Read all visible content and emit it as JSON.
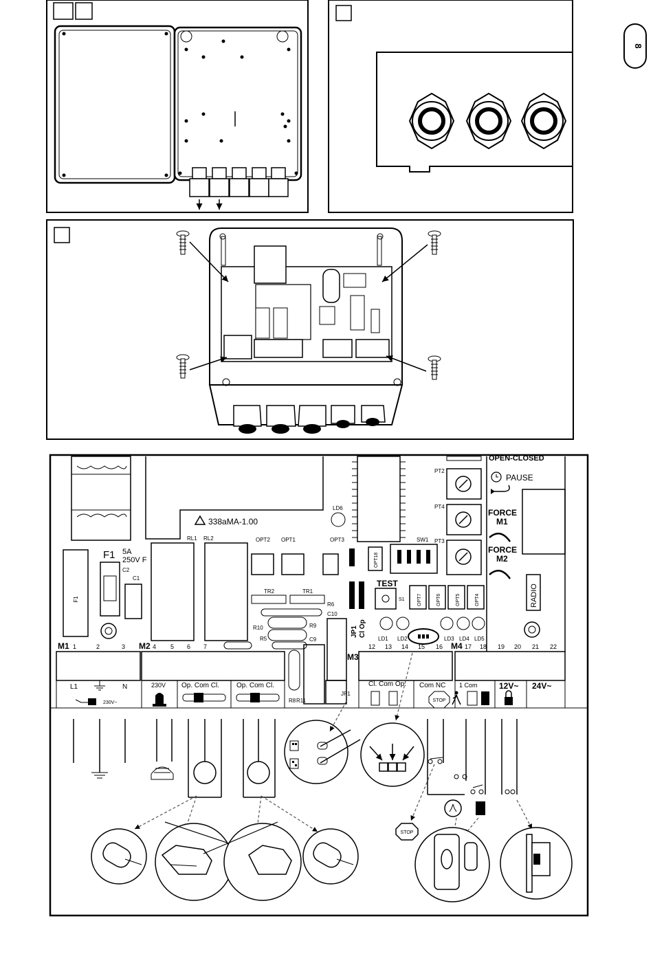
{
  "page_tab": "8",
  "board": {
    "model": "338aMA-1.00",
    "fuse_name": "F1",
    "fuse_rating_a": "5A",
    "fuse_rating_b": "250V F",
    "fuse_ref": "F1",
    "relays": [
      "RL1",
      "RL2"
    ],
    "opt_top": [
      "OPT2",
      "OPT1",
      "OPT3"
    ],
    "tr": [
      "TR2",
      "TR1"
    ],
    "resistors": [
      "R6",
      "R9",
      "R10",
      "R5",
      "R8",
      "R11"
    ],
    "caps": [
      "C1",
      "C2",
      "C9",
      "C10"
    ],
    "led_top": "LD6",
    "opt18": "OPT18",
    "sw1": "SW1",
    "test": "TEST",
    "s1": "S1",
    "jp1": "JP1",
    "cl_op": "Cl Op",
    "leds": [
      "LD1",
      "LD2",
      "LD3",
      "LD4",
      "LD5"
    ],
    "opt_right": [
      "OPT7",
      "OPT6",
      "OPT5",
      "OPT4"
    ],
    "pots": [
      "PT2",
      "PT4",
      "PT3"
    ],
    "open_closed": "OPEN-CLOSED",
    "pause": "PAUSE",
    "force_m1": [
      "FORCE",
      "M1"
    ],
    "force_m2": [
      "FORCE",
      "M2"
    ],
    "radio": "RADIO",
    "blocks": [
      "M1",
      "M2",
      "M3",
      "M4"
    ],
    "terminal_numbers": [
      "1",
      "2",
      "3",
      "4",
      "5",
      "6",
      "7",
      "12",
      "13",
      "14",
      "15",
      "16",
      "17",
      "18",
      "19",
      "20",
      "21",
      "22"
    ],
    "terminal_labels": {
      "l1": "L1",
      "n": "N",
      "v230": "230V",
      "mains": "230V~",
      "op_com_cl_1": "Op. Com Cl.",
      "op_com_cl_2": "Op. Com Cl.",
      "cl_com_op": "Cl. Com Op.",
      "com_nc": "Com NC",
      "one_com": "1 Com",
      "v12": "12V~",
      "v24": "24V~",
      "stop": "STOP",
      "stop2": "STOP"
    }
  }
}
